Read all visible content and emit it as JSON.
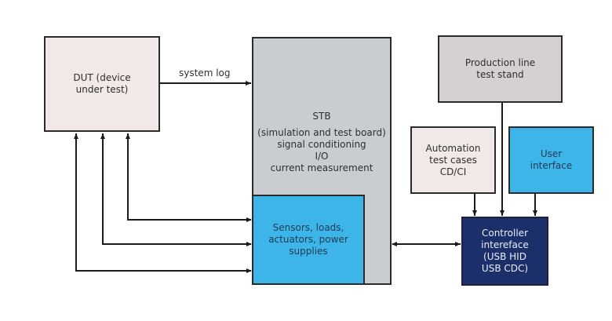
{
  "diagram": {
    "boxes": {
      "dut": {
        "lines": [
          "DUT (device",
          "under test)"
        ]
      },
      "stb": {
        "lines": [
          "STB",
          "(simulation and test board)",
          "signal conditioning",
          "I/O",
          "current measurement"
        ]
      },
      "sensors": {
        "lines": [
          "Sensors, loads,",
          "actuators, power",
          "supplies"
        ]
      },
      "production": {
        "lines": [
          "Production line",
          "test stand"
        ]
      },
      "automation": {
        "lines": [
          "Automation",
          "test cases",
          "CD/CI"
        ]
      },
      "user_interface": {
        "lines": [
          "User",
          "interface"
        ]
      },
      "controller": {
        "lines": [
          "Controller",
          "intereface",
          "(USB HID",
          "USB CDC)"
        ]
      }
    },
    "edge_labels": {
      "system_log": "system log"
    },
    "colors": {
      "dut_fill": "#f1e9e8",
      "stb_fill": "#c9cdd0",
      "sensors_fill": "#3db5e8",
      "production_fill": "#d6d0d0",
      "automation_fill": "#f1e9e8",
      "user_interface_fill": "#3db5e8",
      "controller_fill": "#1c2f6b"
    }
  }
}
